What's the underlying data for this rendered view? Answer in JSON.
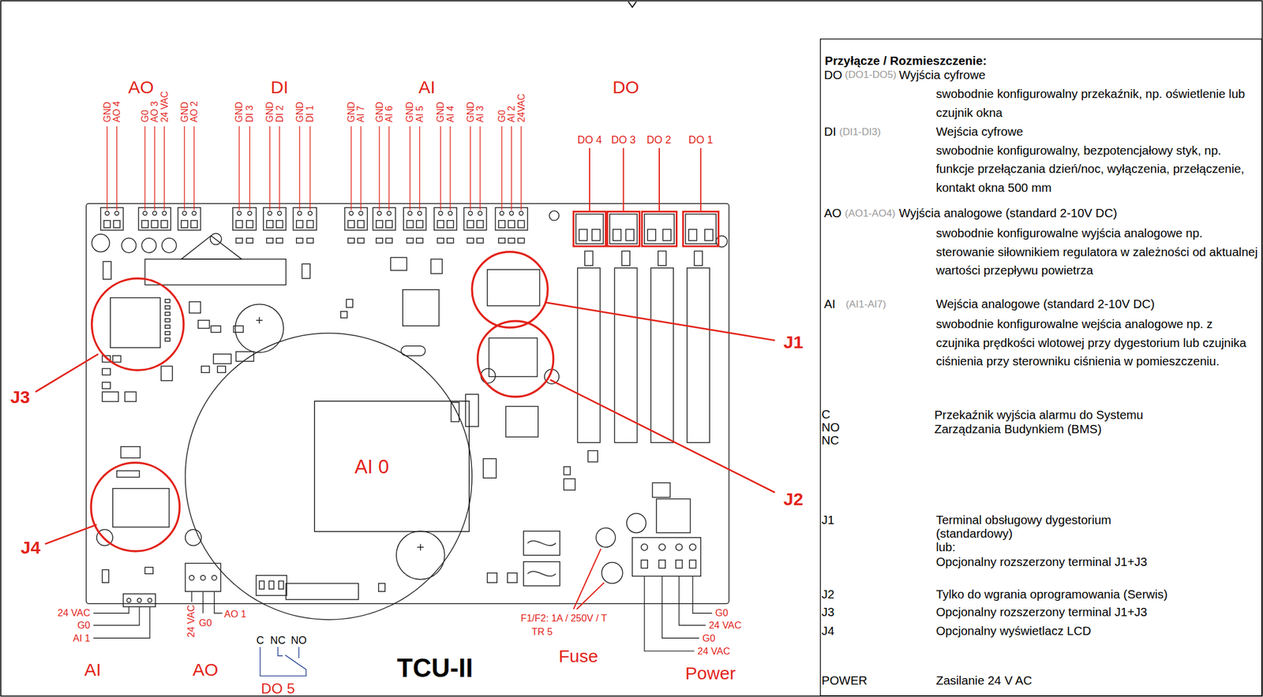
{
  "diagram": {
    "nodes": [
      {
        "text": [
          "Przyłącze / Rozmieszczenie:"
        ]
      },
      {
        "text": [
          "AI 0"
        ]
      }
    ],
    "labels": [
      "AO",
      "DI",
      "AI",
      "DO",
      "GND",
      "AO 4",
      "G0",
      "AO 3",
      "24 VAC",
      "GND",
      "AO 2",
      "GND",
      "DI 3",
      "GND",
      "DI 2",
      "GND",
      "DI 1",
      "GND",
      "AI 7",
      "GND",
      "AI 6",
      "GND",
      "AI 5",
      "GND",
      "AI 4",
      "GND",
      "AI 3",
      "G0",
      "AI 2",
      "24VAC",
      "DO 4",
      "DO 3",
      "DO 2",
      "DO 1",
      "J1",
      "J2",
      "J3",
      "J4",
      "24 VAC",
      "G0",
      "AI 1",
      "AI",
      "24 VAC",
      "G0",
      "AO 1",
      "AO",
      "C",
      "NC",
      "NO",
      "DO 5",
      "TCU-II",
      "F1/F2: 1A / 250V / T",
      "TR 5",
      "Fuse",
      "G0",
      "24 VAC",
      "G0",
      "24 VAC",
      "Power",
      "DO",
      "(DO1-DO5)",
      "Wyjścia cyfrowe",
      "swobodnie konfigurowalny przekaźnik, np. oświetlenie lub czujnik okna",
      "DI",
      "(DI1-DI3)",
      "Wejścia cyfrowe",
      "swobodnie konfigurowalny, bezpotencjałowy styk, np. funkcje przełączania dzień/noc, wyłączenia, przełączenie, kontakt okna 500 mm",
      "AO",
      "(AO1-AO4)",
      "Wyjścia analogowe (standard 2-10V DC)",
      "swobodnie konfigurowalne wyjścia analogowe np. sterowanie siłownikiem regulatora w zależności od aktualnej wartości przepływu powietrza",
      "AI",
      "(AI1-AI7)",
      "Wejścia analogowe (standard 2-10V DC)",
      "swobodnie konfigurowalne wejścia analogowe np. z czujnika prędkości wlotowej przy dygestorium lub czujnika ciśnienia przy sterowniku ciśnienia w pomieszczeniu.",
      "C",
      "NO",
      "NC",
      "Przekaźnik wyjścia alarmu do Systemu Zarządzania Budynkiem (BMS)",
      "J1",
      "Terminal obsługowy dygestorium",
      "(standardowy)",
      "lub:",
      "Opcjonalny rozszerzony terminal J1+J3",
      "J2",
      "Tylko do wgrania oprogramowania (Serwis)",
      "J3",
      "Opcjonalny rozszerzony terminal J1+J3",
      "J4",
      "Opcjonalny wyświetlacz LCD",
      "POWER",
      "Zasilanie 24 V AC"
    ]
  }
}
